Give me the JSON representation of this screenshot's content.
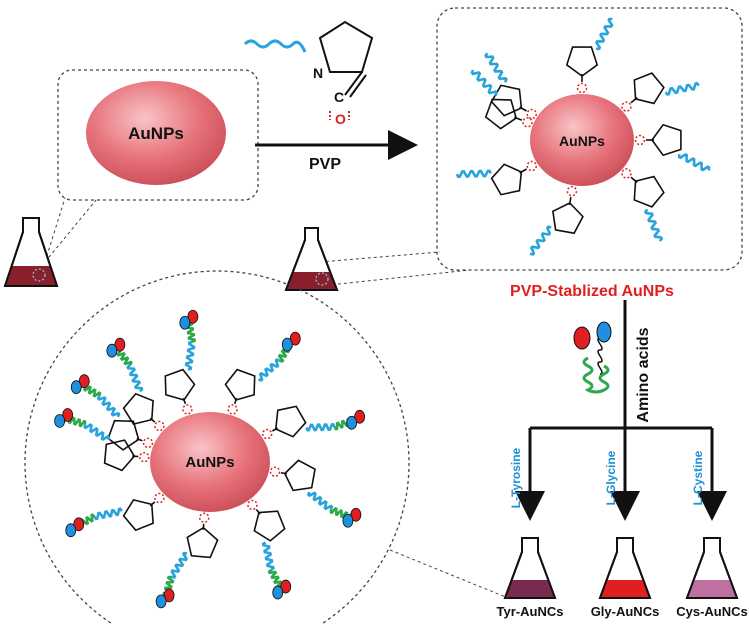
{
  "labels": {
    "aunps": "AuNPs",
    "pvp": "PVP",
    "n": "N",
    "c": "C",
    "o": "O",
    "pvp_stabilized": "PVP-Stablized AuNPs",
    "amino_acids": "Amino acids"
  },
  "branches": [
    {
      "amino_acid": "L-Tyrosine",
      "product": "Tyr-AuNCs",
      "color": "#7a2a4e"
    },
    {
      "amino_acid": "L-Glycine",
      "product": "Gly-AuNCs",
      "color": "#e02020"
    },
    {
      "amino_acid": "L-Cystine",
      "product": "Cys-AuNCs",
      "color": "#c070a0"
    }
  ],
  "colors": {
    "nanoparticle": "#e0626c",
    "polymer_chain": "#29a3dc",
    "amino_chain": "#2ea84a",
    "amino_red": "#e02020",
    "amino_blue": "#1f8fe0",
    "oxygen": "#e02020",
    "highlight_text": "#e02020",
    "branch_text": "#1a90d8",
    "flask_liquid": "#8a1f2c"
  }
}
